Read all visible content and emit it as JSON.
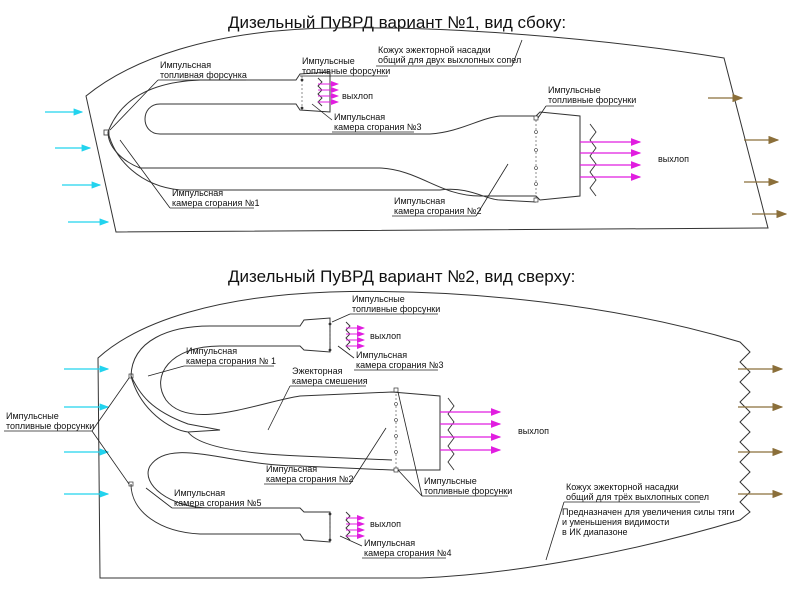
{
  "diagram1": {
    "title": "Дизельный ПуВРД вариант №1, вид сбоку:",
    "labels": {
      "injector_single_l1": "Импульсная",
      "injector_single_l2": "топливная форсунка",
      "injectors_top_l1": "Импульсные",
      "injectors_top_l2": "топливные форсунки",
      "shroud_l1": "Кожух эжекторной насадки",
      "shroud_l2": "общий для двух выхлопных сопел",
      "exhaust_small": "выхлоп",
      "chamber3_l1": "Импульсная",
      "chamber3_l2": "камера сгорания №3",
      "injectors_right_l1": "Импульсные",
      "injectors_right_l2": "топливные форсунки",
      "exhaust_big": "выхлоп",
      "chamber1_l1": "Импульсная",
      "chamber1_l2": "камера сгорания №1",
      "chamber2_l1": "Импульсная",
      "chamber2_l2": "камера сгорания №2"
    }
  },
  "diagram2": {
    "title": "Дизельный ПуВРД вариант №2, вид сверху:",
    "labels": {
      "injectors_top_l1": "Импульсные",
      "injectors_top_l2": "топливные форсунки",
      "exhaust_top": "выхлоп",
      "chamber3_l1": "Импульсная",
      "chamber3_l2": "камера сгорания №3",
      "chamber1_l1": "Импульсная",
      "chamber1_l2": "камера сгорания № 1",
      "mixing_l1": "Эжекторная",
      "mixing_l2": "камера смешения",
      "injectors_left_l1": "Импульсные",
      "injectors_left_l2": "топливные форсунки",
      "exhaust_mid": "выхлоп",
      "chamber2_l1": "Импульсная",
      "chamber2_l2": "камера сгорания №2",
      "injectors_mid_l1": "Импульсные",
      "injectors_mid_l2": "топливные форсунки",
      "chamber5_l1": "Импульсная",
      "chamber5_l2": "камера сгорания №5",
      "shroud_l1": "Кожух эжекторной насадки",
      "shroud_l2": "общий для трёх выхлопных сопел",
      "purpose_l1": "Предназначен для увеличения силы тяги",
      "purpose_l2": "и уменьшения видимости",
      "purpose_l3": "в ИК диапазоне",
      "exhaust_bottom": "выхлоп",
      "chamber4_l1": "Импульсная",
      "chamber4_l2": "камера сгорания №4"
    }
  },
  "colors": {
    "intake_arrow": "#22d3ee",
    "exhaust_arrow": "#e11de0",
    "outflow_arrow": "#8b6f3a",
    "outline": "#333333"
  }
}
